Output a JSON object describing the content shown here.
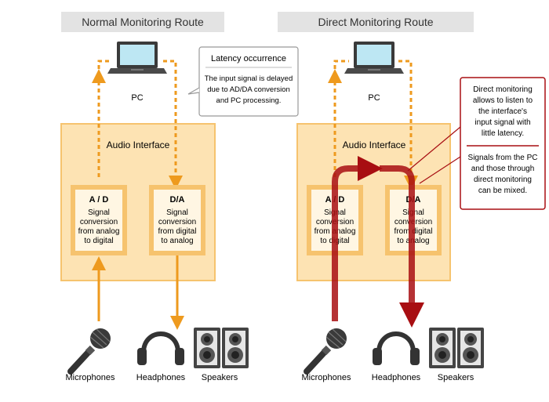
{
  "left": {
    "title": "Normal Monitoring Route",
    "pc_label": "PC",
    "interface_label": "Audio Interface",
    "ad": {
      "title": "A / D",
      "lines": [
        "Signal",
        "conversion",
        "from analog",
        "to digital"
      ]
    },
    "da": {
      "title": "D/A",
      "lines": [
        "Signal",
        "conversion",
        "from digital",
        "to analog"
      ]
    },
    "devices": [
      "Microphones",
      "Headphones",
      "Speakers"
    ],
    "callout": {
      "title": "Latency occurrence",
      "lines": [
        "The input signal is delayed",
        "due to AD/DA conversion",
        "and PC processing."
      ]
    }
  },
  "right": {
    "title": "Direct Monitoring Route",
    "pc_label": "PC",
    "interface_label": "Audio Interface",
    "ad": {
      "title": "A / D",
      "lines": [
        "Signal",
        "conversion",
        "from analog",
        "to digital"
      ]
    },
    "da": {
      "title": "D/A",
      "lines": [
        "Signal",
        "conversion",
        "from digital",
        "to analog"
      ]
    },
    "devices": [
      "Microphones",
      "Headphones",
      "Speakers"
    ],
    "callout": {
      "lines_top": [
        "Direct monitoring",
        "allows to listen to",
        "the interface's",
        "input signal with",
        "little latency."
      ],
      "lines_bottom": [
        "Signals from the PC",
        "and those through",
        "direct monitoring",
        "can be mixed."
      ]
    }
  },
  "colors": {
    "orange": "#ee9a1e",
    "dark_red": "#a80e12",
    "interface_fill": "#fde3b3",
    "interface_stroke": "#f6c36e",
    "block_fill": "#fff6e3",
    "title_bar": "#e3e3e3"
  }
}
